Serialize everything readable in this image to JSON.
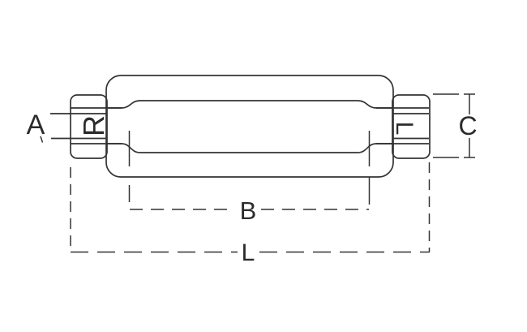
{
  "diagram": {
    "type": "engineering-line-drawing",
    "subject": "turnbuckle with stub ends, side view with dimension callouts",
    "colors": {
      "line": "#333333",
      "background": "#ffffff"
    },
    "labels": {
      "rod_diameter": "A",
      "right_thread_stamp": "R",
      "left_thread_stamp": "L",
      "takeup_length": "B",
      "end_fitting_height": "C",
      "overall_length": "L"
    },
    "dimension_lines": [
      {
        "label": "A",
        "style": "leader lines on rod end, left side"
      },
      {
        "label": "C",
        "style": "solid vertical dimension with end ticks, right side"
      },
      {
        "label": "B",
        "style": "dashed horizontal dimension across slot opening"
      },
      {
        "label": "L",
        "style": "dashed horizontal dimension across overall length"
      }
    ]
  }
}
